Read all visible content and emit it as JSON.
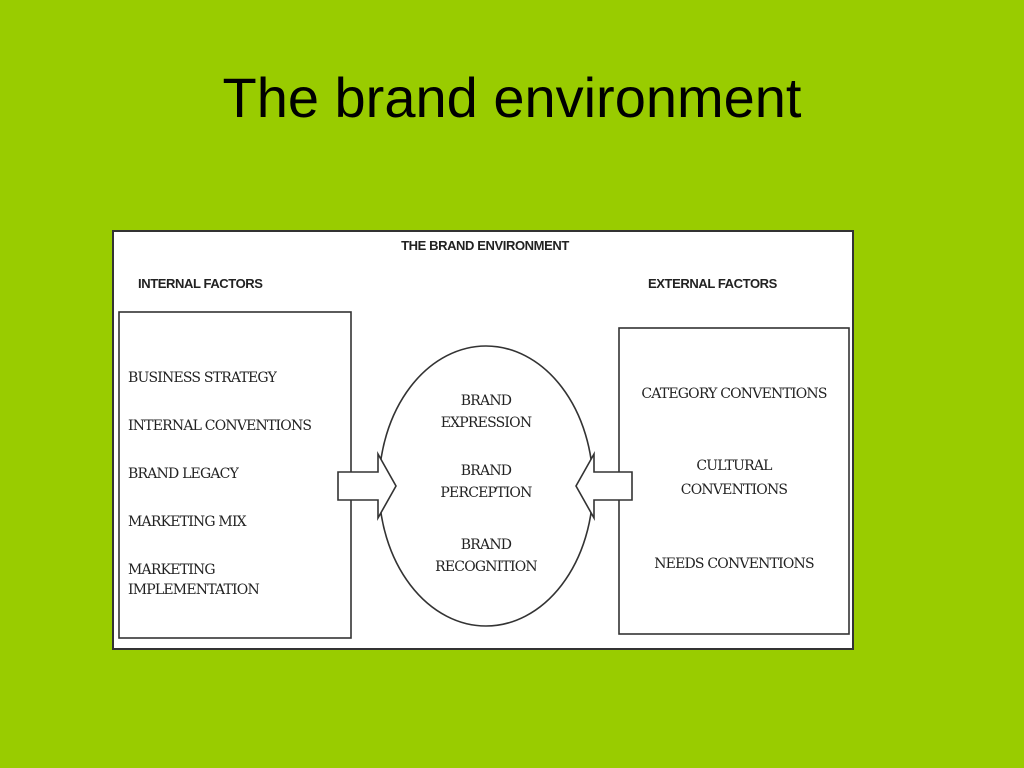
{
  "slide": {
    "title": "The brand environment",
    "background_color": "#99cc00"
  },
  "diagram": {
    "title": "THE BRAND ENVIRONMENT",
    "internal": {
      "heading": "INTERNAL FACTORS",
      "items": [
        "BUSINESS STRATEGY",
        "INTERNAL CONVENTIONS",
        "BRAND LEGACY",
        "MARKETING MIX",
        "MARKETING\nIMPLEMENTATION"
      ]
    },
    "center": {
      "items": [
        "BRAND\nEXPRESSION",
        "BRAND\nPERCEPTION",
        "BRAND\nRECOGNITION"
      ]
    },
    "external": {
      "heading": "EXTERNAL FACTORS",
      "items": [
        "CATEGORY CONVENTIONS",
        "CULTURAL\nCONVENTIONS",
        "NEEDS CONVENTIONS"
      ]
    }
  }
}
